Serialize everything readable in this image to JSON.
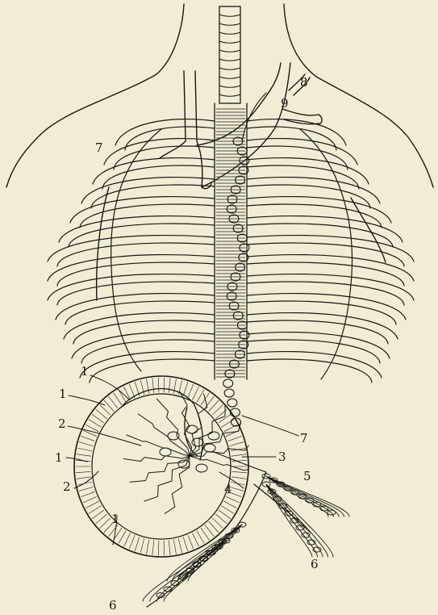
{
  "colors": {
    "paper": "#f1ecd5",
    "ink": "#1a1712"
  },
  "labels": {
    "l1a": "1",
    "l1b": "1",
    "l1c": "1",
    "l1d": "1",
    "l2a": "2",
    "l2b": "2",
    "l3": "3",
    "l4": "4",
    "l5": "5",
    "l6a": "6",
    "l6b": "6",
    "l7a": "7",
    "l7b": "7",
    "l8": "8",
    "l9": "9"
  }
}
